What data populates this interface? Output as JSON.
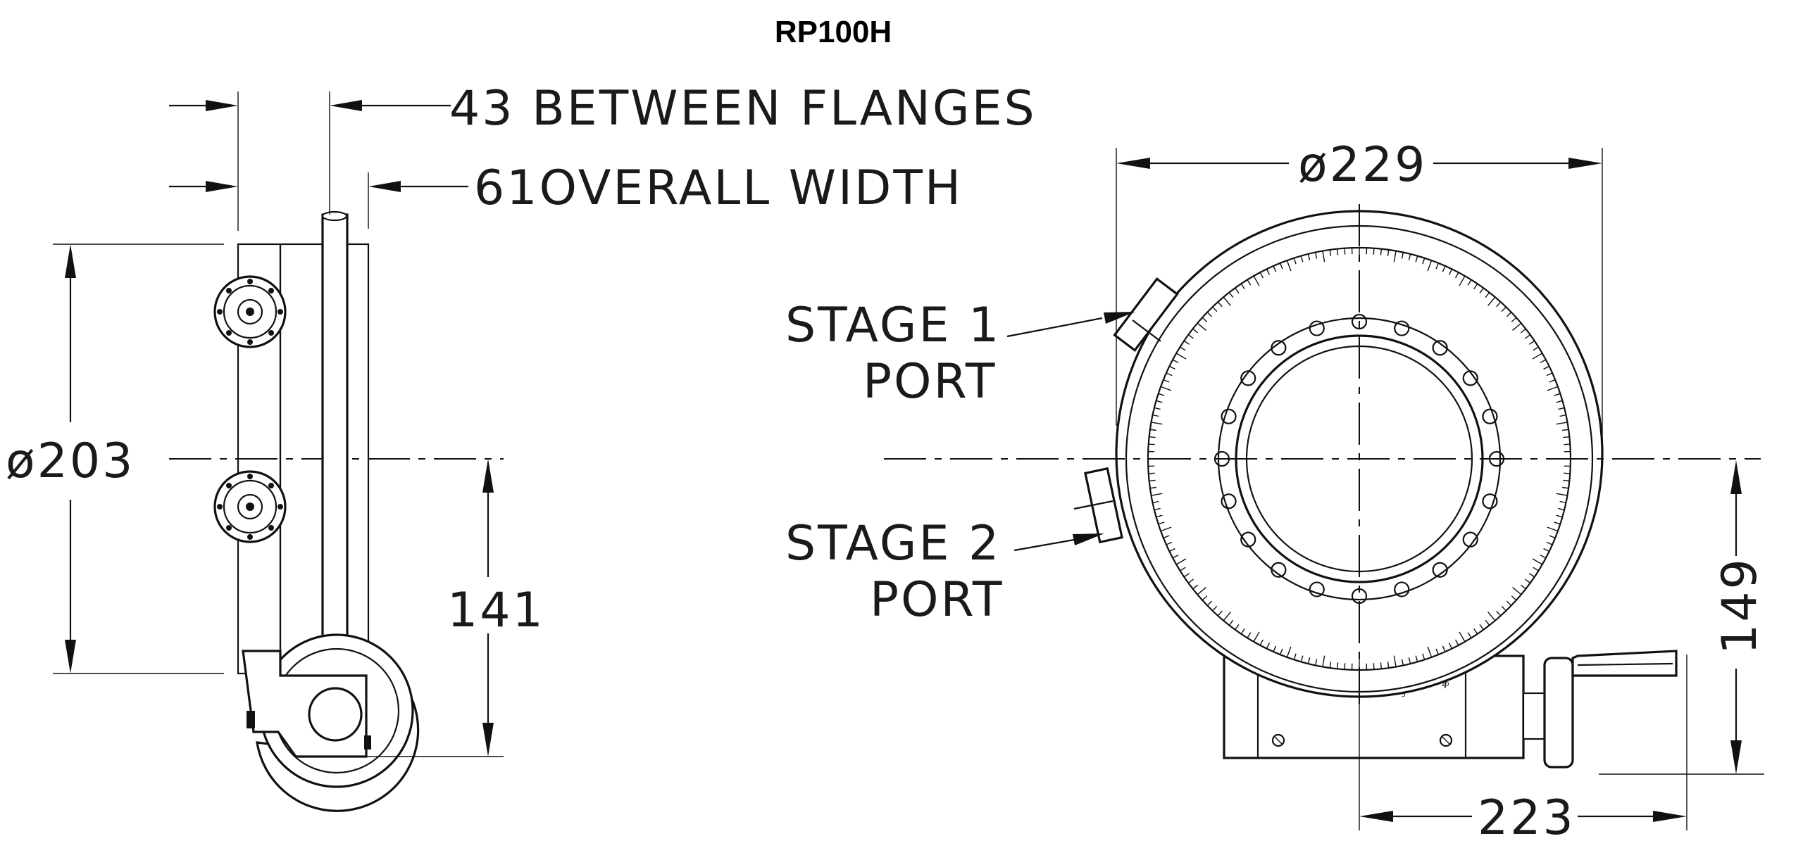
{
  "title": "RP100H",
  "side_view": {
    "flange_gap_label": "43 BETWEEN FLANGES",
    "overall_width_label": "61OVERALL WIDTH",
    "diameter_label": "ø203",
    "height_label": "141"
  },
  "front_view": {
    "diameter_label": "ø229",
    "stage1_label_line1": "STAGE 1",
    "stage1_label_line2": "PORT",
    "stage2_label_line1": "STAGE 2",
    "stage2_label_line2": "PORT",
    "vertical_dim_label": "149",
    "horizontal_dim_label": "223"
  },
  "colors": {
    "line": "#111111",
    "background": "#ffffff"
  }
}
